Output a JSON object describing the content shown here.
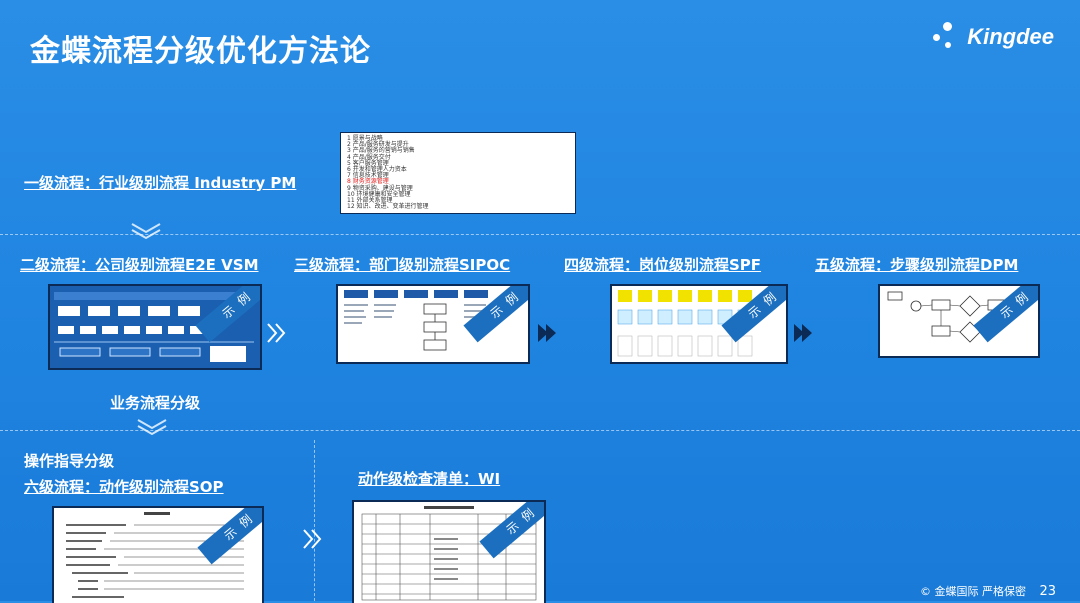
{
  "slide": {
    "title": "金蝶流程分级优化方法论",
    "logo_text": "Kingdee",
    "page_number": "23",
    "footer_note": "© 金蝶国际 严格保密"
  },
  "levels": {
    "l1": "一级流程：行业级别流程 Industry PM",
    "l2": "二级流程：公司级别流程E2E VSM",
    "l3": "三级流程：部门级别流程SIPOC",
    "l4": "四级流程：岗位级别流程SPF",
    "l5": "五级流程：步骤级别流程DPM",
    "business_grading": "业务流程分级",
    "operation_grading": "操作指导分级",
    "l6": "六级流程：动作级别流程SOP",
    "wi": "动作级检查清单：WI"
  },
  "list_box": {
    "items": [
      "1 愿景与战略",
      "2 产品/服务研发与提升",
      "3 产品/服务的营销与销售",
      "4 产品/服务交付",
      "5 客户服务管理",
      "6 开发和管理人力资本",
      "7 信息技术管理",
      "8 财务资源管理",
      "9 物资采购、建设与管理",
      "10 环境健康和安全管理",
      "11 外部关系管理",
      "12 知识、改进、变革进行管理"
    ],
    "highlight_color": "#e02020"
  },
  "ribbon_label": "示 例",
  "icons": {
    "arrow_down": "chevron-down-icon",
    "arrow_right": "chevron-right-icon"
  },
  "colors": {
    "background": "#1f84e0",
    "thumb_border": "#0b2a55",
    "ribbon": "#1c6fbf"
  }
}
